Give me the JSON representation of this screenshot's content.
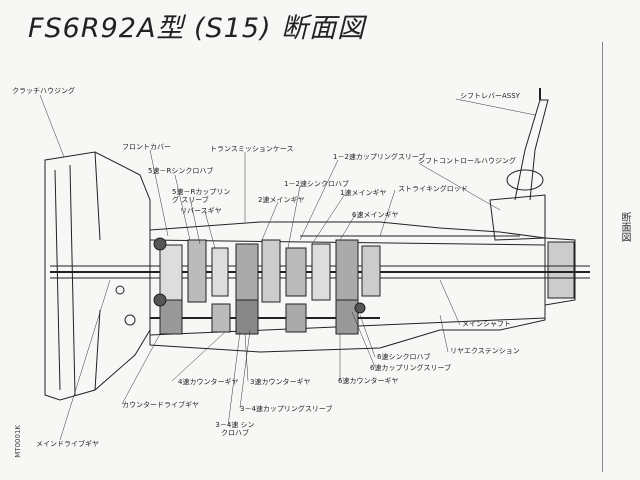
{
  "title": "FS6R92A型 (S15) 断面図",
  "side_label": "断面図",
  "code": "MT0001K",
  "labels": {
    "clutch_housing": "クラッチハウジング",
    "front_cover": "フロントカバー",
    "transmission_case": "トランスミッションケース",
    "sync_hub_5r": "5速－Rシンクロハブ",
    "sleeve_5r": "5速－Rカップリング スリーブ",
    "reverse_gear": "リバースギヤ",
    "main_gear_2": "2速メインギヤ",
    "sync_hub_12": "1－2速シンクロハブ",
    "sleeve_12": "1－2速カップリングスリーブ",
    "main_gear_1": "1速メインギヤ",
    "main_gear_6": "6速メインギヤ",
    "striking_rod": "ストライキングロッド",
    "shift_control_housing": "シフトコントロールハウジング",
    "shift_lever": "シフトレバーASSY",
    "main_shaft": "メインシャフト",
    "rear_extension": "リヤエクステンション",
    "sync_hub_6": "6速シンクロハブ",
    "sleeve_6": "6速カップリングスリーブ",
    "counter_gear_6": "6速カウンターギヤ",
    "counter_gear_4": "4速カウンターギヤ",
    "counter_gear_3": "3速カウンターギヤ",
    "sleeve_34": "3－4速カップリングスリーブ",
    "sync_hub_34": "3－4速 シンクロハブ",
    "counter_drive_gear": "カウンタードライブギヤ",
    "main_drive_gear": "メインドライブギヤ"
  }
}
